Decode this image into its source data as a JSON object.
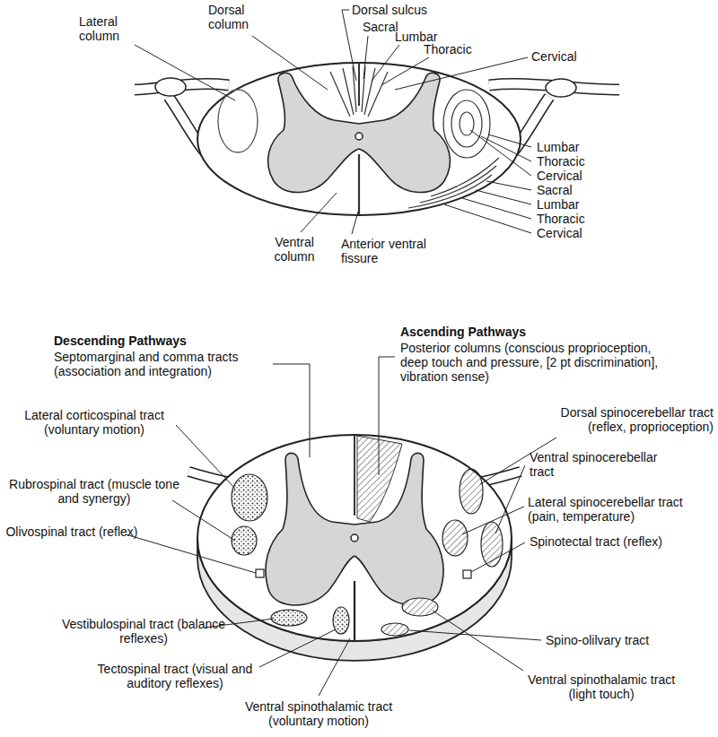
{
  "diagram": {
    "labels": [
      "Lateral column",
      "Dorsal column",
      "Dorsal sulcus",
      "Sacral",
      "Lumbar",
      "Thoracic",
      "Cervical",
      "Lumbar",
      "Thoracic",
      "Cervical",
      "Sacral",
      "Lumbar",
      "Thoracic",
      "Cervical",
      "Ventral column",
      "Anterior ventral fissure",
      "Descending Pathways",
      "Septomarginal and comma tracts (association and integration)",
      "Ascending Pathways",
      "Posterior columns (conscious proprioception, deep touch and pressure, [2 pt discrimination], vibration sense)",
      "Lateral corticospinal tract (voluntary motion)",
      "Dorsal spinocerebellar tract (reflex, proprioception)",
      "Ventral spinocerebellar tract",
      "Rubrospinal tract (muscle tone and synergy)",
      "Lateral spinocerebellar tract (pain, temperature)",
      "Olivospinal tract (reflex)",
      "Spinotectal tract (reflex)",
      "Vestibulospinal tract (balance reflexes)",
      "Spino-olilvary tract",
      "Tectospinal tract (visual and auditory reflexes)",
      "Ventral spinothalamic tract (light touch)",
      "Ventral spinothalamic tract (voluntary motion)"
    ]
  }
}
